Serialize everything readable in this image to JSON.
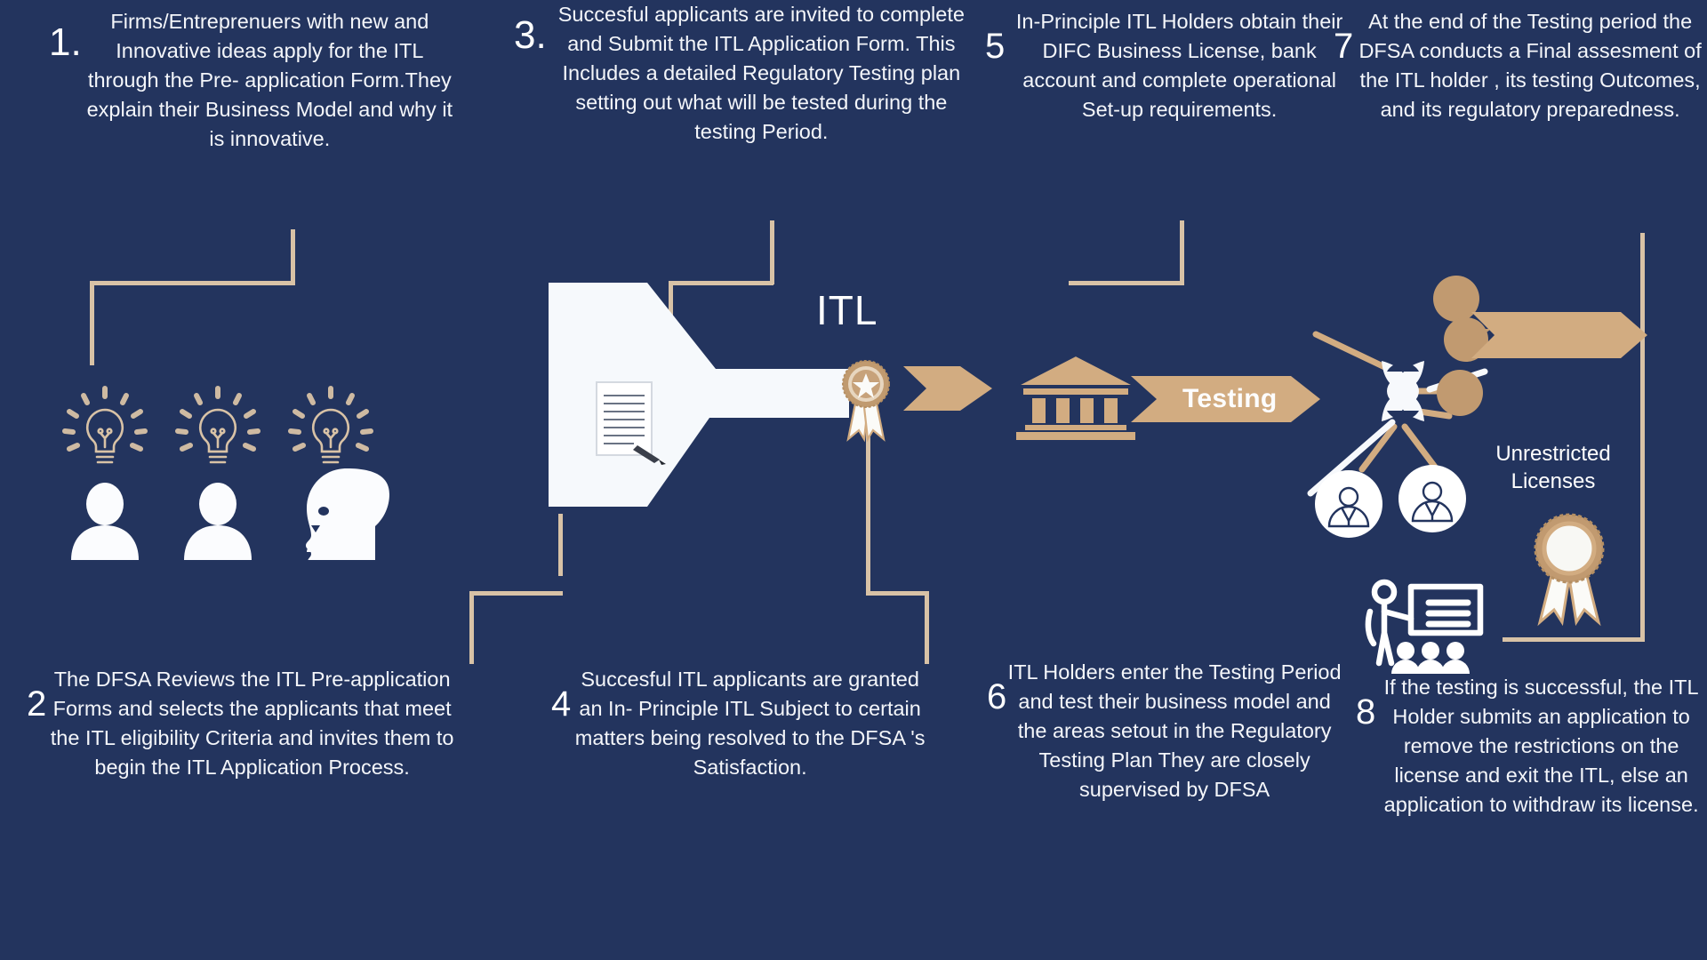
{
  "theme": {
    "background": "#23345e",
    "accent_tan": "#d2ac81",
    "line_tan": "#d8c2a6",
    "text_white": "#f4f6fa"
  },
  "steps": [
    {
      "number": "1.",
      "text": "Firms/Entreprenuers with new and Innovative  ideas apply for the ITL through the Pre- application Form.They explain their Business Model and why it is innovative."
    },
    {
      "number": "3.",
      "text": "Succesful applicants  are invited to complete and Submit  the ITL Application Form. This Includes a detailed Regulatory Testing plan  setting out what will be tested during the testing Period."
    },
    {
      "number": "5",
      "text": "In-Principle ITL Holders obtain their DIFC Business License, bank account  and complete operational Set-up requirements."
    },
    {
      "number": "7",
      "text": "At the end of the Testing period the DFSA  conducts a Final assesment  of the ITL holder , its testing Outcomes, and its regulatory  preparedness."
    },
    {
      "number": "2",
      "text": "The DFSA Reviews the ITL Pre-application Forms and selects the applicants that meet the ITL eligibility Criteria and invites them to begin the ITL Application Process."
    },
    {
      "number": "4",
      "text": "Succesful ITL  applicants are granted  an In- Principle ITL Subject  to certain matters   being resolved to the DFSA 's Satisfaction."
    },
    {
      "number": "6",
      "text": "ITL Holders enter the Testing Period and test their business model and the areas setout in the Regulatory Testing Plan They are closely supervised by DFSA"
    },
    {
      "number": "8",
      "text": "If the testing is successful, the ITL Holder submits an application to remove the restrictions on the license and exit the ITL, else an application to withdraw its license."
    }
  ],
  "graphics": {
    "itl_title": "ITL",
    "testing_arrow_label": "Testing",
    "unrestricted_label": "Unrestricted Licenses",
    "icons": {
      "lightbulb": "lightbulb-icon",
      "person_silhouette": "person-silhouette-icon",
      "head_profile": "head-profile-icon",
      "funnel": "funnel-icon",
      "document_pen": "document-with-pen-icon",
      "award_rosette": "award-rosette-icon",
      "chevron_arrow": "chevron-arrow-icon",
      "bank": "bank-building-icon",
      "network_node": "network-node-icon",
      "business_person_circle": "business-person-circle-icon",
      "presentation": "presentation-with-audience-icon"
    }
  }
}
